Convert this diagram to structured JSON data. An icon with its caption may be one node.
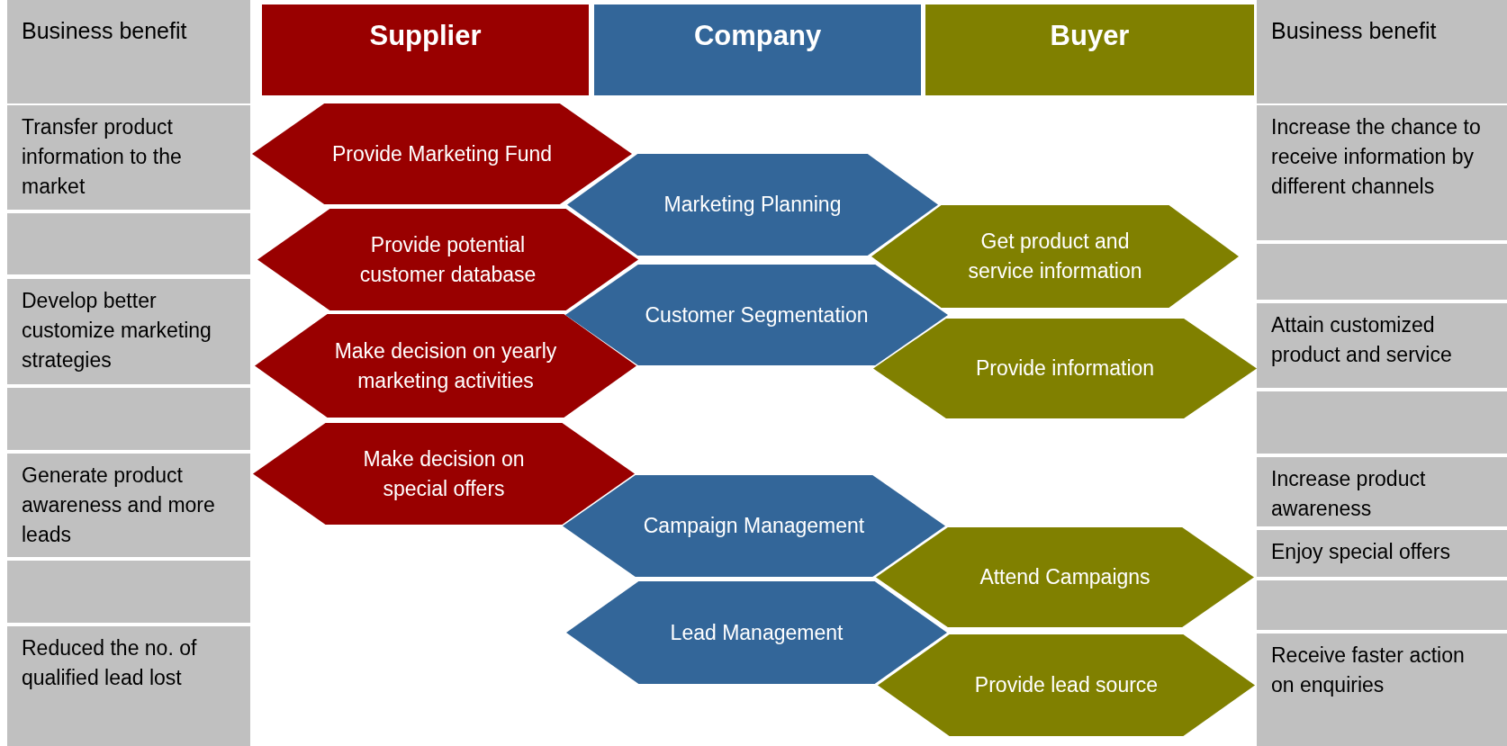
{
  "diagram": {
    "nodes": [
      {
        "text": [
          "Business benefit"
        ]
      },
      {
        "text": [
          "Supplier"
        ]
      },
      {
        "text": [
          "Company"
        ]
      },
      {
        "text": [
          "Buyer"
        ]
      },
      {
        "text": [
          "Business benefit"
        ]
      },
      {
        "text": [
          "Transfer product information to the market"
        ]
      },
      {
        "text": [],
        "shape": "box"
      },
      {
        "text": [
          "Develop better customize marketing strategies"
        ]
      },
      {
        "text": [],
        "shape": "box"
      },
      {
        "text": [
          "Generate product awareness and more leads"
        ]
      },
      {
        "text": [],
        "shape": "box"
      },
      {
        "text": [
          "Reduced the no. of qualified lead lost"
        ]
      },
      {
        "text": [
          "Increase the chance to receive information by different channels"
        ]
      },
      {
        "text": [],
        "shape": "box"
      },
      {
        "text": [
          "Attain  customized product and service"
        ]
      },
      {
        "text": [],
        "shape": "box"
      },
      {
        "text": [
          "Increase product awareness"
        ]
      },
      {
        "text": [
          "Enjoy special offers"
        ]
      },
      {
        "text": [],
        "shape": "box"
      },
      {
        "text": [
          "Receive faster action on enquiries"
        ]
      },
      {
        "text": [
          "Provide Marketing Fund"
        ]
      },
      {
        "text": [
          "Provide potential customer database"
        ]
      },
      {
        "text": [
          "Make decision on yearly marketing activities"
        ]
      },
      {
        "text": [
          "Make decision on special offers"
        ]
      },
      {
        "text": [
          "Marketing Planning"
        ]
      },
      {
        "text": [
          "Customer Segmentation"
        ]
      },
      {
        "text": [
          "Campaign Management"
        ]
      },
      {
        "text": [
          "Lead Management"
        ]
      },
      {
        "text": [
          "Get product and service information"
        ]
      },
      {
        "text": [
          "Provide information"
        ]
      },
      {
        "text": [
          "Attend Campaigns"
        ]
      },
      {
        "text": [
          "Provide lead source"
        ]
      }
    ]
  }
}
